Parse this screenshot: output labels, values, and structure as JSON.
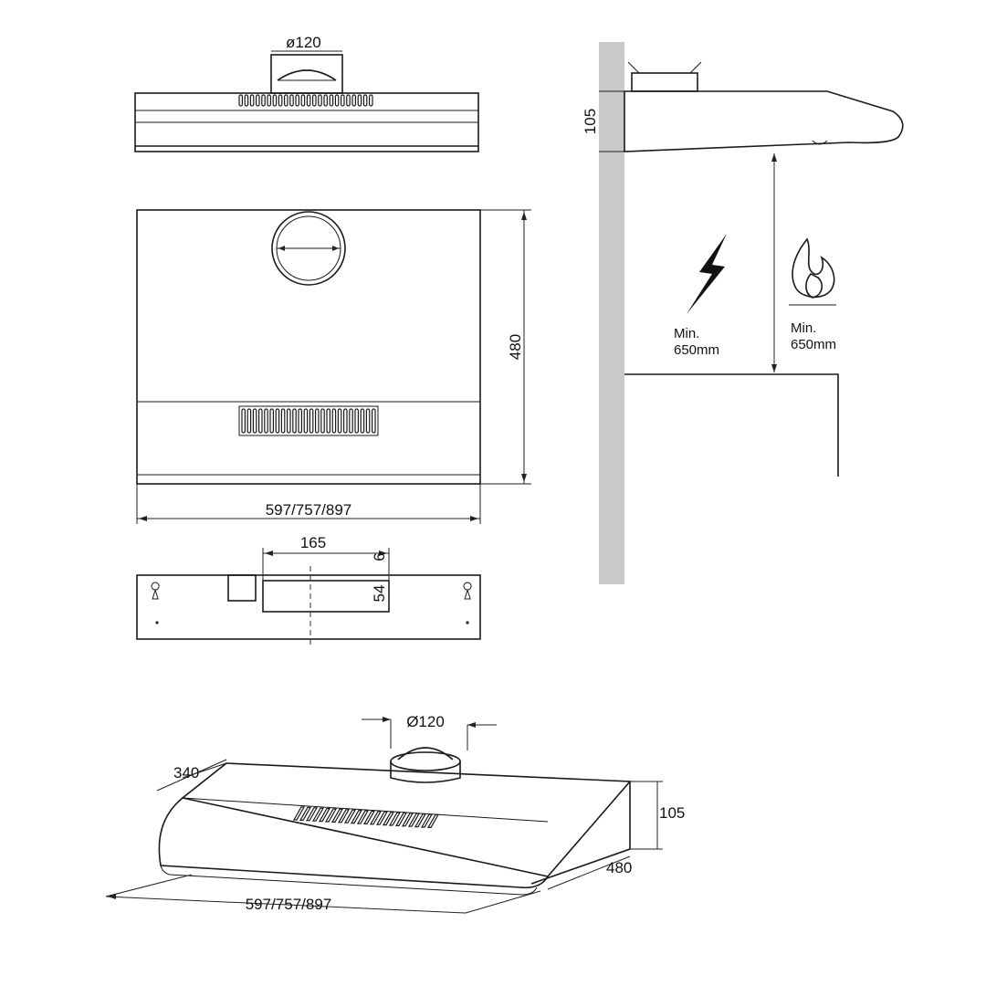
{
  "front_view": {
    "duct_label": "ø120"
  },
  "top_view": {
    "depth_label": "480",
    "width_label": "597/757/897"
  },
  "mount_plate": {
    "cutout_width_label": "165",
    "offset_label": "6",
    "cutout_height_label": "54"
  },
  "side_view": {
    "height_label": "105",
    "electric_clearance": {
      "line1": "Min.",
      "line2": "650mm"
    },
    "gas_clearance": {
      "line1": "Min.",
      "line2": "650mm"
    },
    "icons": [
      "lightning-bolt-icon",
      "flame-icon"
    ]
  },
  "iso_view": {
    "duct_label": "Ø120",
    "depth_label": "340",
    "height_label": "105",
    "side_depth_label": "480",
    "width_label": "597/757/897"
  }
}
